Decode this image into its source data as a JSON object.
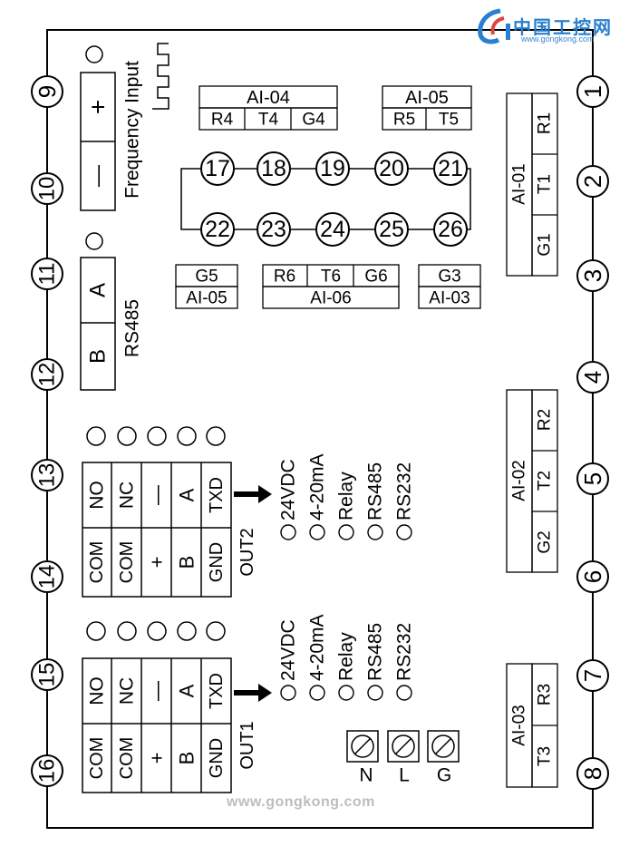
{
  "watermark": {
    "brand_cn": "中国工控网",
    "brand_url": "www.gongkong.com",
    "bottom": "www.gongkong.com"
  },
  "terminals_left": [
    "9",
    "10",
    "11",
    "12",
    "13",
    "14",
    "15",
    "16"
  ],
  "terminals_right": [
    "1",
    "2",
    "3",
    "4",
    "5",
    "6",
    "7",
    "8"
  ],
  "terminals_mid_top": [
    "17",
    "18",
    "19",
    "20",
    "21"
  ],
  "terminals_mid_bottom": [
    "22",
    "23",
    "24",
    "25",
    "26"
  ],
  "frequency": {
    "label": "Frequency Input",
    "plus": "+",
    "minus": "—"
  },
  "rs485": {
    "label": "RS485",
    "a": "A",
    "b": "B"
  },
  "ai04": {
    "title": "AI-04",
    "cells": [
      "R4",
      "T4",
      "G4"
    ]
  },
  "ai05_top": {
    "title": "AI-05",
    "cells": [
      "R5",
      "T5"
    ]
  },
  "g5_box": {
    "top": "G5",
    "bottom": "AI-05"
  },
  "ai06": {
    "cells": [
      "R6",
      "T6",
      "G6"
    ],
    "bottom": "AI-06"
  },
  "g3_box": {
    "top": "G3",
    "bottom": "AI-03"
  },
  "ai01": {
    "title": "AI-01",
    "cells": [
      "R1",
      "T1",
      "G1"
    ]
  },
  "ai02": {
    "title": "AI-02",
    "cells": [
      "R2",
      "T2",
      "G2"
    ]
  },
  "ai03": {
    "title": "AI-03",
    "cells": [
      "R3",
      "T3"
    ]
  },
  "out2": {
    "label": "OUT2",
    "row1": [
      "NO",
      "NC",
      "—",
      "A",
      "TXD"
    ],
    "row2": [
      "COM",
      "COM",
      "+",
      "B",
      "GND"
    ],
    "options": [
      "24VDC",
      "4-20mA",
      "Relay",
      "RS485",
      "RS232"
    ]
  },
  "out1": {
    "label": "OUT1",
    "row1": [
      "NO",
      "NC",
      "—",
      "A",
      "TXD"
    ],
    "row2": [
      "COM",
      "COM",
      "+",
      "B",
      "GND"
    ],
    "options": [
      "24VDC",
      "4-20mA",
      "Relay",
      "RS485",
      "RS232"
    ]
  },
  "power": {
    "labels": [
      "N",
      "L",
      "G"
    ]
  }
}
